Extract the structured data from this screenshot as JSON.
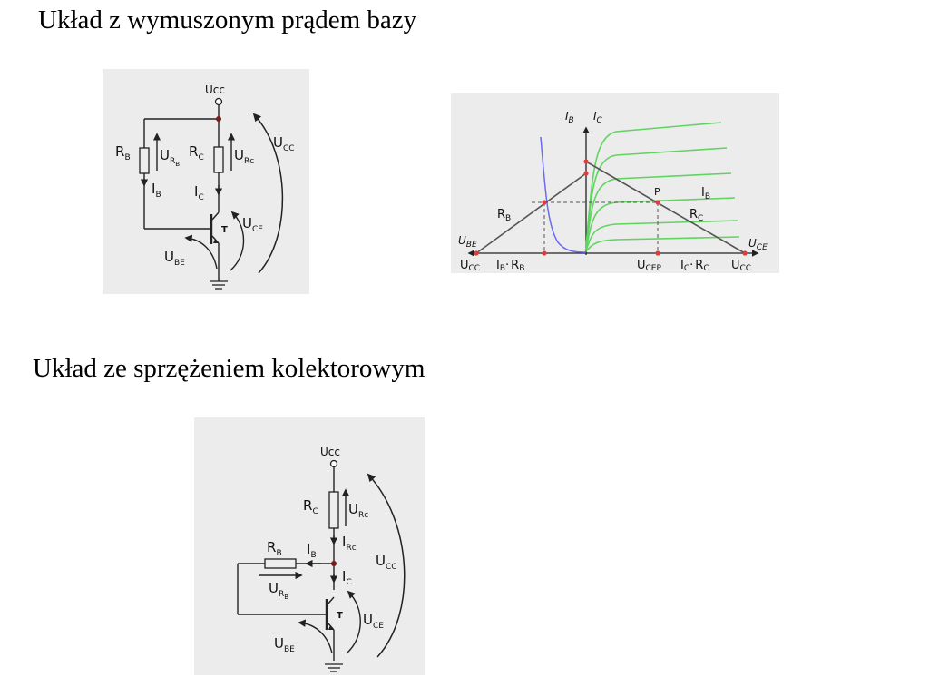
{
  "headings": {
    "forced_base": "Układ z wymuszonym prądem bazy",
    "collector_feedback": "Układ ze sprzężeniem kolektorowym"
  },
  "circuit1": {
    "supply": "Ucc",
    "rb": {
      "main": "R",
      "sub": "B"
    },
    "rc": {
      "main": "R",
      "sub": "C"
    },
    "urb": {
      "main": "U",
      "sub": "R",
      "subsub": "B"
    },
    "urc": {
      "main": "U",
      "sub": "Rc"
    },
    "ib": {
      "main": "I",
      "sub": "B"
    },
    "ic": {
      "main": "I",
      "sub": "C"
    },
    "ucc": {
      "main": "U",
      "sub": "CC"
    },
    "uce": {
      "main": "U",
      "sub": "CE"
    },
    "ube": {
      "main": "U",
      "sub": "BE"
    },
    "transistor": "T"
  },
  "graph": {
    "ib_axis": {
      "main": "I",
      "sub": "B"
    },
    "ic_axis": {
      "main": "I",
      "sub": "C"
    },
    "ube_axis": {
      "main": "U",
      "sub": "BE"
    },
    "uce_axis": {
      "main": "U",
      "sub": "CE"
    },
    "rb_line": {
      "main": "R",
      "sub": "B"
    },
    "rc_line": {
      "main": "R",
      "sub": "C"
    },
    "point": "P",
    "ib_curve": {
      "main": "I",
      "sub": "B"
    },
    "left_ucc": {
      "main": "U",
      "sub": "CC"
    },
    "ib_rb": {
      "a": "I",
      "a_sub": "B",
      "dot": "·",
      "b": "R",
      "b_sub": "B"
    },
    "ucep": {
      "main": "U",
      "sub": "CEP"
    },
    "ic_rc": {
      "a": "I",
      "a_sub": "C",
      "dot": "·",
      "b": "R",
      "b_sub": "C"
    },
    "right_ucc": {
      "main": "U",
      "sub": "CC"
    },
    "colors": {
      "output_curves": "#5fd45f",
      "input_curve": "#6b6bf0",
      "load_lines": "#555555",
      "points": "#e03c3c"
    }
  },
  "circuit2": {
    "supply": "Ucc",
    "rc": {
      "main": "R",
      "sub": "C"
    },
    "urc": {
      "main": "U",
      "sub": "Rc"
    },
    "irc": {
      "main": "I",
      "sub": "Rc"
    },
    "rb": {
      "main": "R",
      "sub": "B"
    },
    "ib": {
      "main": "I",
      "sub": "B"
    },
    "urb": {
      "main": "U",
      "sub": "R",
      "subsub": "B"
    },
    "ic": {
      "main": "I",
      "sub": "C"
    },
    "ucc": {
      "main": "U",
      "sub": "CC"
    },
    "uce": {
      "main": "U",
      "sub": "CE"
    },
    "ube": {
      "main": "U",
      "sub": "BE"
    },
    "transistor": "T"
  }
}
